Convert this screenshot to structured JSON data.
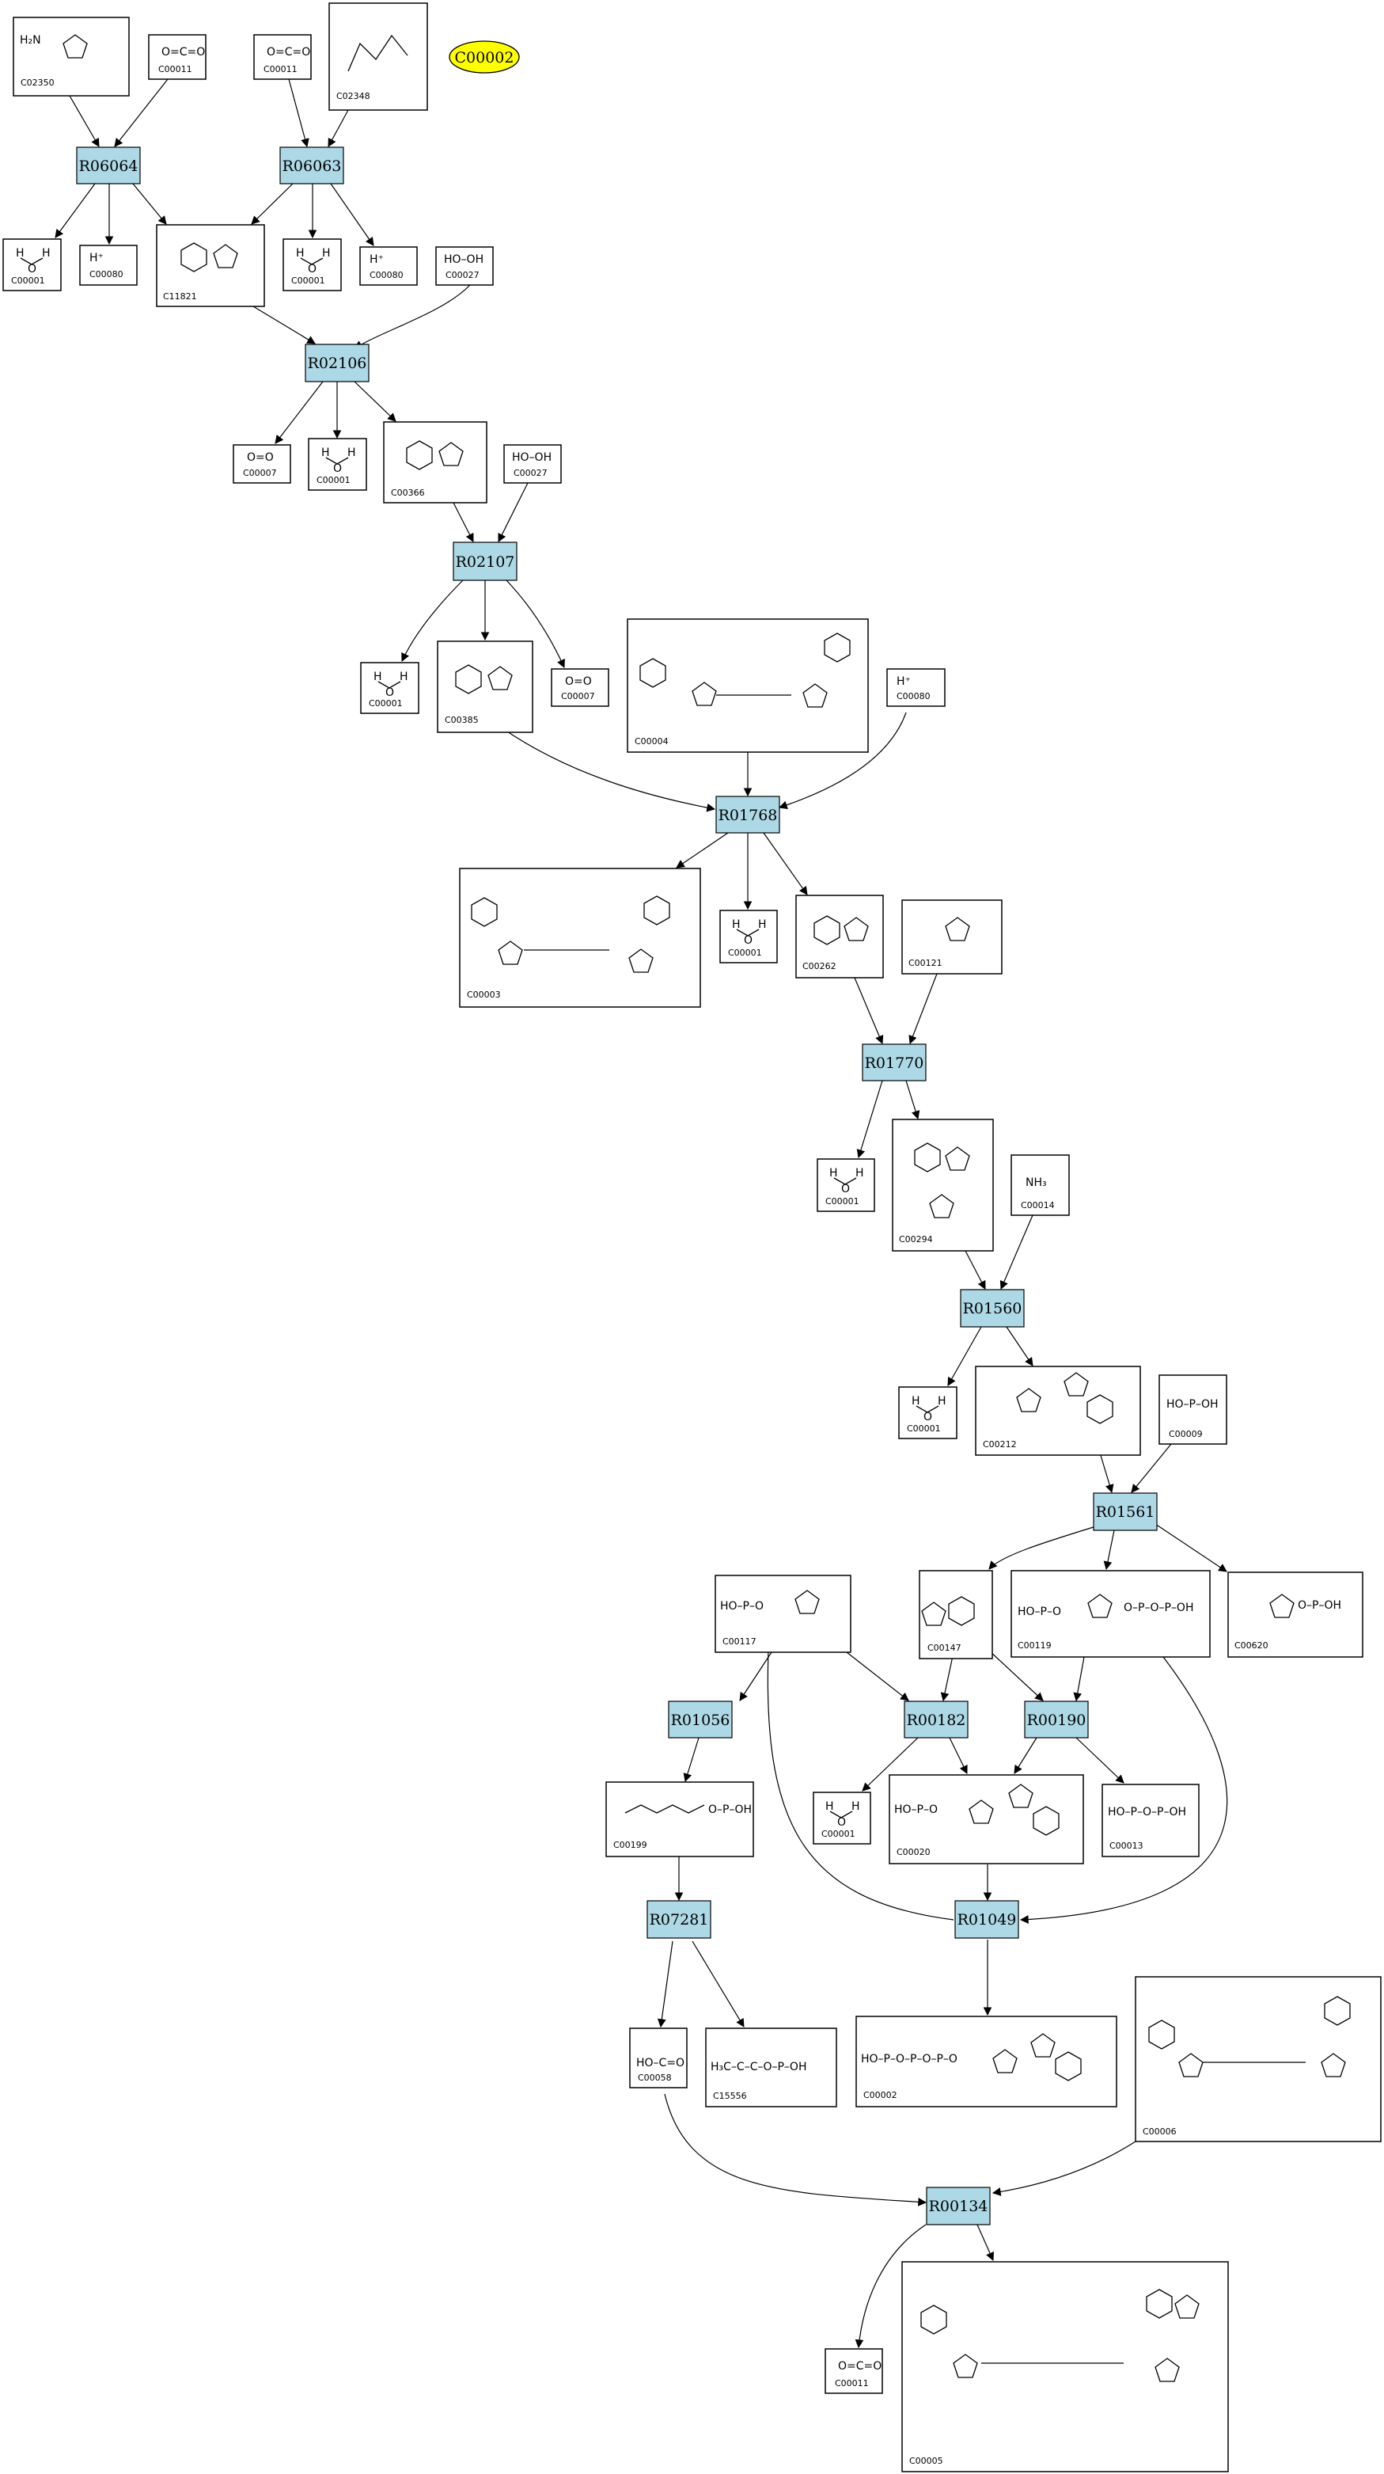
{
  "target": {
    "label": "C00002"
  },
  "reactions": [
    {
      "id": "R06064",
      "label": "R06064"
    },
    {
      "id": "R06063",
      "label": "R06063"
    },
    {
      "id": "R02106",
      "label": "R02106"
    },
    {
      "id": "R02107",
      "label": "R02107"
    },
    {
      "id": "R01768",
      "label": "R01768"
    },
    {
      "id": "R01770",
      "label": "R01770"
    },
    {
      "id": "R01560",
      "label": "R01560"
    },
    {
      "id": "R01561",
      "label": "R01561"
    },
    {
      "id": "R01056",
      "label": "R01056"
    },
    {
      "id": "R00182",
      "label": "R00182"
    },
    {
      "id": "R00190",
      "label": "R00190"
    },
    {
      "id": "R07281",
      "label": "R07281"
    },
    {
      "id": "R01049",
      "label": "R01049"
    },
    {
      "id": "R00134",
      "label": "R00134"
    }
  ],
  "compounds": [
    {
      "key": "c02350",
      "label": "C02350"
    },
    {
      "key": "c00011a",
      "label": "C00011",
      "formula": "O=C=O"
    },
    {
      "key": "c00011b",
      "label": "C00011",
      "formula": "O=C=O"
    },
    {
      "key": "c02348",
      "label": "C02348"
    },
    {
      "key": "c00001a",
      "label": "C00001",
      "formula": "H₂O"
    },
    {
      "key": "c00080a",
      "label": "C00080",
      "formula": "H⁺"
    },
    {
      "key": "c11821",
      "label": "C11821"
    },
    {
      "key": "c00001b",
      "label": "C00001",
      "formula": "H₂O"
    },
    {
      "key": "c00080b",
      "label": "C00080",
      "formula": "H⁺"
    },
    {
      "key": "c00027a",
      "label": "C00027",
      "formula": "HO–OH"
    },
    {
      "key": "c00007a",
      "label": "C00007",
      "formula": "O=O"
    },
    {
      "key": "c00001c",
      "label": "C00001",
      "formula": "H₂O"
    },
    {
      "key": "c00366",
      "label": "C00366"
    },
    {
      "key": "c00027b",
      "label": "C00027",
      "formula": "HO–OH"
    },
    {
      "key": "c00001d",
      "label": "C00001",
      "formula": "H₂O"
    },
    {
      "key": "c00385",
      "label": "C00385"
    },
    {
      "key": "c00007b",
      "label": "C00007",
      "formula": "O=O"
    },
    {
      "key": "c00004",
      "label": "C00004"
    },
    {
      "key": "c00080c",
      "label": "C00080",
      "formula": "H⁺"
    },
    {
      "key": "c00003",
      "label": "C00003"
    },
    {
      "key": "c00001e",
      "label": "C00001",
      "formula": "H₂O"
    },
    {
      "key": "c00262",
      "label": "C00262"
    },
    {
      "key": "c00121",
      "label": "C00121"
    },
    {
      "key": "c00001f",
      "label": "C00001",
      "formula": "H₂O"
    },
    {
      "key": "c00294",
      "label": "C00294"
    },
    {
      "key": "c00014",
      "label": "C00014",
      "formula": "NH₃"
    },
    {
      "key": "c00001g",
      "label": "C00001",
      "formula": "H₂O"
    },
    {
      "key": "c00212",
      "label": "C00212"
    },
    {
      "key": "c00009",
      "label": "C00009"
    },
    {
      "key": "c00117",
      "label": "C00117"
    },
    {
      "key": "c00147",
      "label": "C00147"
    },
    {
      "key": "c00119",
      "label": "C00119"
    },
    {
      "key": "c00620",
      "label": "C00620"
    },
    {
      "key": "c00001h",
      "label": "C00001",
      "formula": "H₂O"
    },
    {
      "key": "c00020",
      "label": "C00020"
    },
    {
      "key": "c00013",
      "label": "C00013"
    },
    {
      "key": "c00199",
      "label": "C00199"
    },
    {
      "key": "c00058",
      "label": "C00058"
    },
    {
      "key": "c15556",
      "label": "C15556"
    },
    {
      "key": "c00002",
      "label": "C00002"
    },
    {
      "key": "c00006",
      "label": "C00006"
    },
    {
      "key": "c00011c",
      "label": "C00011",
      "formula": "O=C=O"
    },
    {
      "key": "c00005",
      "label": "C00005"
    }
  ]
}
